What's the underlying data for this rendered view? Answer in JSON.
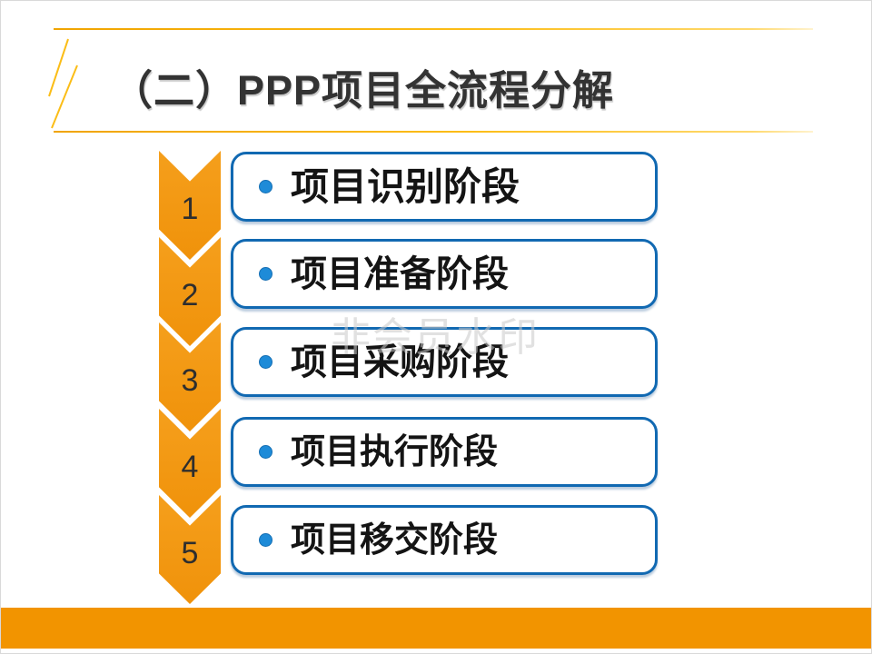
{
  "slide": {
    "title": "（二）PPP项目全流程分解",
    "watermark": "非会员水印",
    "steps": [
      {
        "number": "1",
        "label": "项目识别阶段"
      },
      {
        "number": "2",
        "label": "项目准备阶段"
      },
      {
        "number": "3",
        "label": "项目采购阶段"
      },
      {
        "number": "4",
        "label": "项目执行阶段"
      },
      {
        "number": "5",
        "label": "项目移交阶段"
      }
    ],
    "colors": {
      "orange_accent": "#F2950C",
      "gold_line": "#FBBD17",
      "box_border_blue": "#1169B2",
      "bullet_blue": "#1E8BD8",
      "title_text": "#333333",
      "step_text": "#141414",
      "number_text": "#2E2E2E",
      "watermark_gray": "#C9C9C9"
    }
  }
}
